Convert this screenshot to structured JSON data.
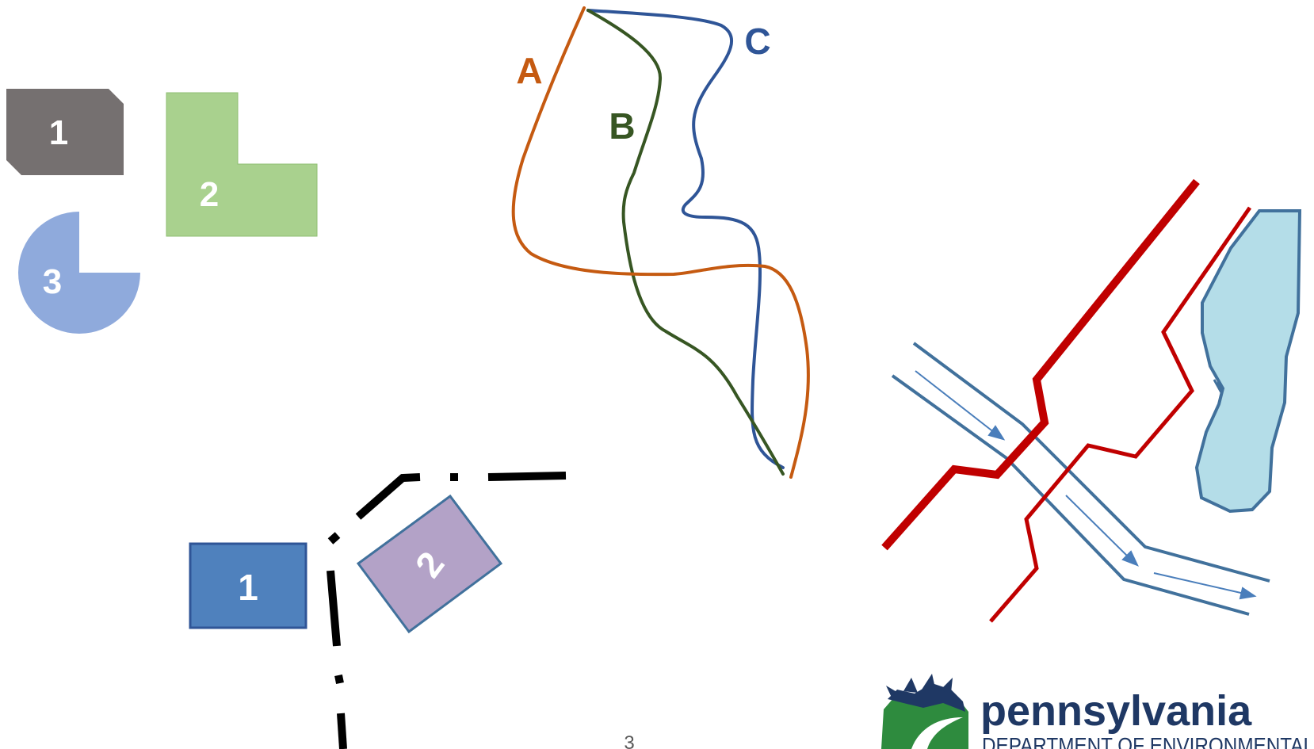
{
  "top_left_group": {
    "shape_1_label": "1",
    "shape_2_label": "2",
    "shape_3_label": "3",
    "colors": {
      "shape_1": "#757070",
      "shape_2": "#a9d18e",
      "shape_3": "#8faadc"
    }
  },
  "curves": {
    "a_label": "A",
    "b_label": "B",
    "c_label": "C",
    "colors": {
      "a": "#c55a11",
      "b": "#375623",
      "c": "#2f5597"
    }
  },
  "bottom_left_group": {
    "box_1_label": "1",
    "box_2_label": "2",
    "colors": {
      "box_1": "#4f81bd",
      "box_2": "#b3a2c7",
      "dash_line": "#000000"
    }
  },
  "map_group": {
    "colors": {
      "road": "#c00000",
      "stream": "#41719c",
      "lake": "#b4dde8"
    }
  },
  "page_number": "3",
  "logo": {
    "word": "pennsylvania",
    "subtitle": "DEPARTMENT OF ENVIRONMENTAL",
    "icon": "keystone-icon",
    "colors": {
      "navy": "#1f3864",
      "green": "#2e8b3e"
    }
  }
}
